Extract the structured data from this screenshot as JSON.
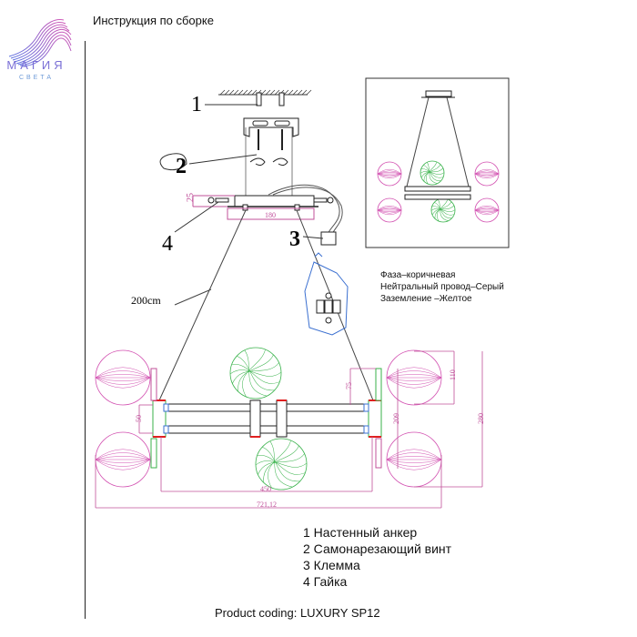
{
  "brand": {
    "name": "МАГИЯ",
    "subtitle": "СВЕТА",
    "colors": {
      "primary": "#7a6fd6",
      "secondary": "#c85cc0",
      "sub": "#6f9bd8"
    }
  },
  "header": {
    "title": "Инструкция по сборке"
  },
  "diagram": {
    "callouts": [
      "1",
      "2",
      "3",
      "4"
    ],
    "cable_length": "200cm",
    "dimensions": {
      "plate_height": "25",
      "plate_width": "180",
      "arm_gap": "50",
      "arm_offset": "75",
      "globe_size": "110",
      "inner_height": "209",
      "total_height": "280",
      "bar_length": "450",
      "total_width": "721,12"
    },
    "colors": {
      "globe_pink": "#d24fb0",
      "globe_green": "#38b24a",
      "dimension": "#c0509a",
      "accent_red": "#e02020",
      "accent_blue": "#3a6fd0"
    }
  },
  "wiring": {
    "lines": [
      "Фаза–коричневая",
      "Нейтральный провод–Серый",
      "Заземление –Желтое"
    ]
  },
  "legend": {
    "items": [
      "1 Настенный анкер",
      "2 Самонарезающий винт",
      "3 Клемма",
      "4 Гайка"
    ]
  },
  "footer": {
    "product_coding": "Product coding: LUXURY SP12"
  }
}
